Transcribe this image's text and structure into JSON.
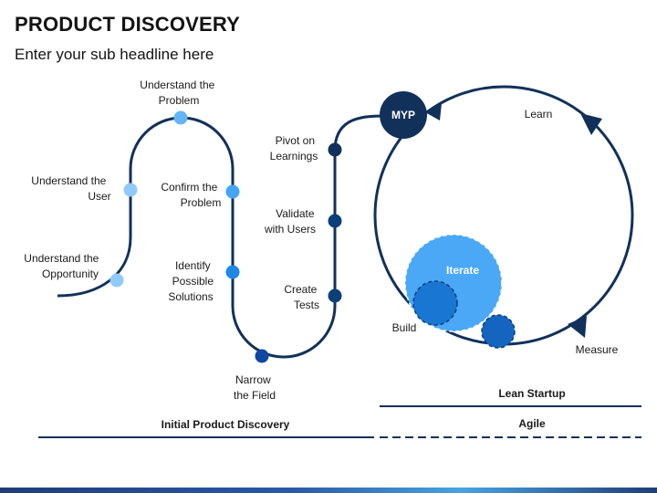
{
  "header": {
    "title": "PRODUCT DISCOVERY",
    "subtitle": "Enter your sub headline here"
  },
  "colors": {
    "navy": "#12315a",
    "dark_blue": "#0b3f7a",
    "mid_blue": "#1976d2",
    "light_blue": "#42a5f5",
    "pale_blue": "#90caf9",
    "iterate_fill": "#4aa8f7"
  },
  "discovery_path": {
    "steps": [
      {
        "l1": "Understand the",
        "l2": "Opportunity"
      },
      {
        "l1": "Understand the",
        "l2": "User"
      },
      {
        "l1": "Understand the",
        "l2": "Problem"
      },
      {
        "l1": "Confirm the",
        "l2": "Problem"
      },
      {
        "l1": "Identify",
        "l2": "Possible",
        "l3": "Solutions"
      },
      {
        "l1": "Narrow",
        "l2": "the Field"
      },
      {
        "l1": "Create",
        "l2": "Tests"
      },
      {
        "l1": "Validate",
        "l2": "with Users"
      },
      {
        "l1": "Pivot on",
        "l2": "Learnings"
      }
    ]
  },
  "lean_cycle": {
    "myp": "MYP",
    "learn": "Learn",
    "measure": "Measure",
    "build": "Build",
    "iterate": "Iterate"
  },
  "footer_labels": {
    "initial": "Initial Product Discovery",
    "lean": "Lean Startup",
    "agile": "Agile"
  }
}
